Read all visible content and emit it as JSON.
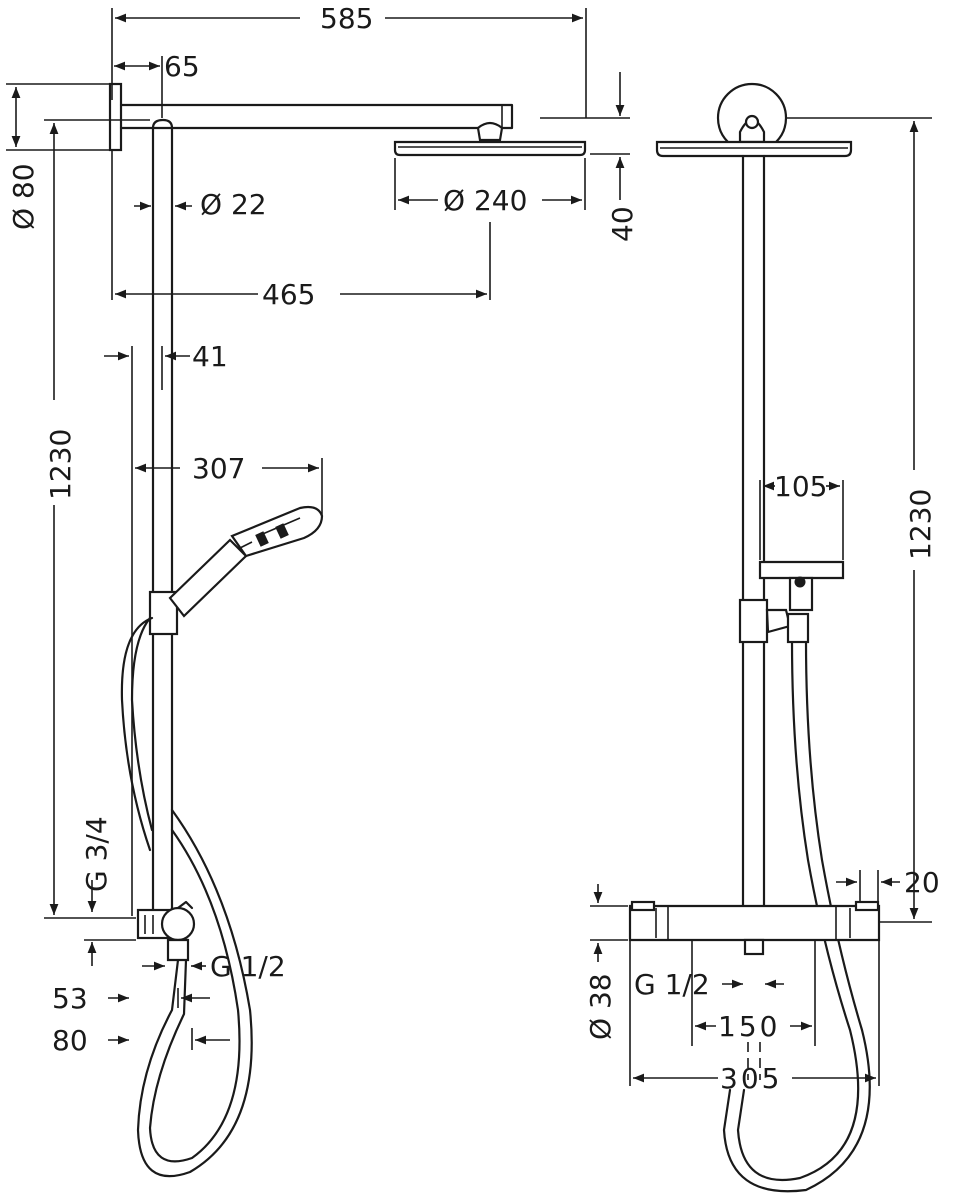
{
  "side_view": {
    "dim_overall_width": "585",
    "dim_arm_offset": "65",
    "dim_wall_flange": "Ø 80",
    "dim_pipe_dia": "Ø 22",
    "dim_head_dia": "Ø 240",
    "dim_head_height": "40",
    "dim_arm_reach": "465",
    "dim_rail_offset": "41",
    "dim_handshower_reach": "307",
    "dim_total_height": "1230",
    "dim_inlet_thread": "G 3/4",
    "dim_outlet_thread": "G 1/2",
    "dim_depth_53": "53",
    "dim_depth_80": "80"
  },
  "front_view": {
    "dim_handshower_width": "105",
    "dim_total_height": "1230",
    "dim_mixer_wall": "20",
    "dim_mixer_dia": "Ø 38",
    "dim_outlet_thread": "G 1/2",
    "dim_connection_spacing": "150",
    "dim_mixer_width": "305"
  }
}
